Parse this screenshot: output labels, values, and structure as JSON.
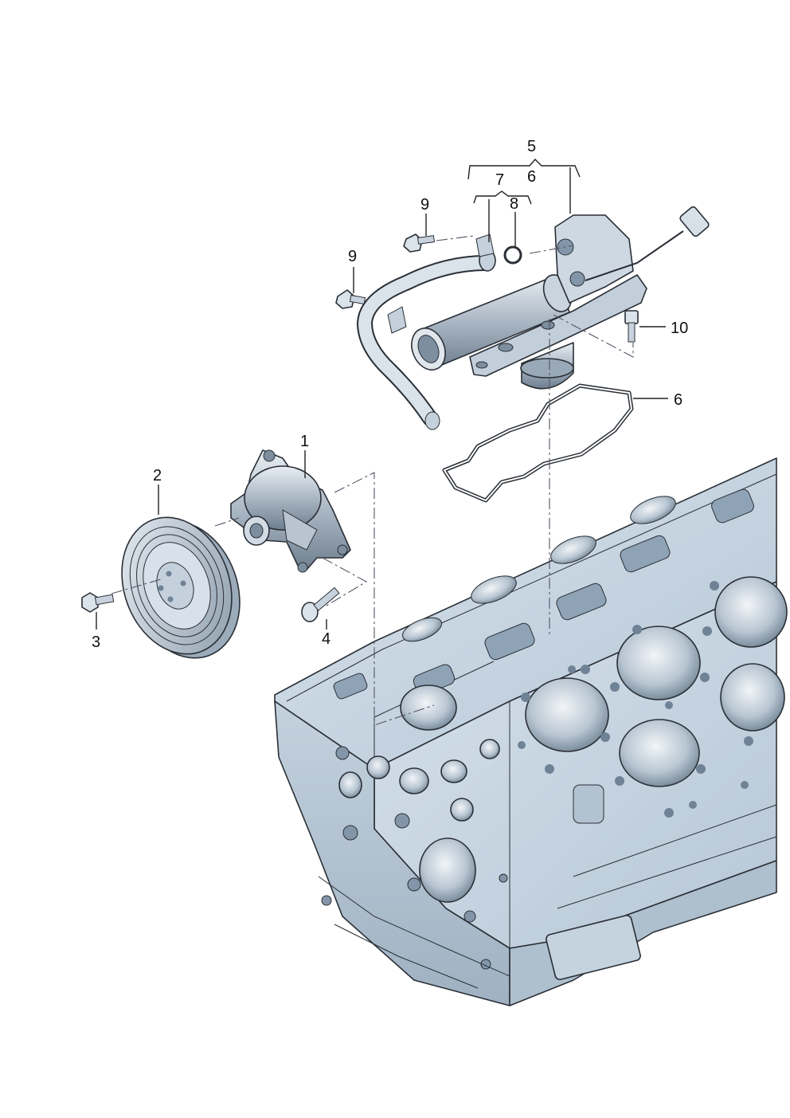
{
  "diagram": {
    "callouts": {
      "c1": "1",
      "c2": "2",
      "c3": "3",
      "c4": "4",
      "c5": "5",
      "c6a": "6",
      "c6b": "6",
      "c7": "7",
      "c8": "8",
      "c9a": "9",
      "c9b": "9",
      "c10": "10"
    }
  }
}
